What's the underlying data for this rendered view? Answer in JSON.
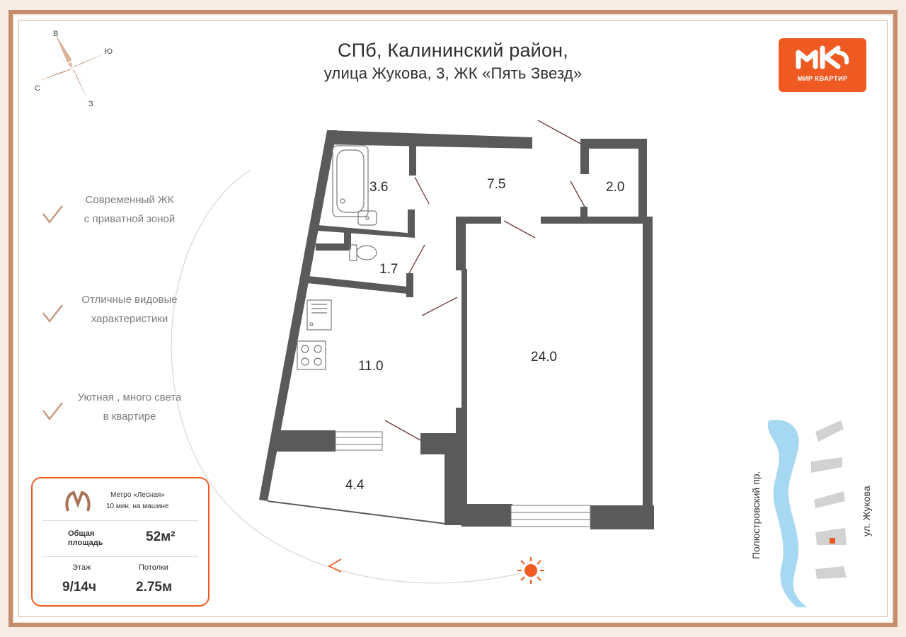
{
  "header": {
    "line1": "СПб, Калининский район,",
    "line2": "улица Жукова, 3, ЖК «Пять Звезд»"
  },
  "logo": {
    "caption": "МИР КВАРТИР",
    "color": "#ef5a23"
  },
  "compass": {
    "n": "В",
    "e": "Ю",
    "w": "С",
    "s": "З"
  },
  "features": [
    {
      "line1": "Современный ЖК",
      "line2": "с приватной зоной"
    },
    {
      "line1": "Отличные видовые",
      "line2": "характеристики"
    },
    {
      "line1": "Уютная , много света",
      "line2": "в квартире"
    }
  ],
  "info": {
    "metro_name": "Метро «Лесная»",
    "metro_time": "10 мин. на машине",
    "area_label_1": "Общая",
    "area_label_2": "площадь",
    "area_value": "52м²",
    "floor_label": "Этаж",
    "floor_value": "9/14ч",
    "ceiling_label": "Потолки",
    "ceiling_value": "2.75м"
  },
  "rooms": {
    "bath": "3.6",
    "hall": "7.5",
    "closet": "2.0",
    "wc": "1.7",
    "kitchen": "11.0",
    "living": "24.0",
    "balcony": "4.4"
  },
  "map": {
    "street_left": "Полюстровский пр.",
    "street_right": "ул. Жукова"
  },
  "colors": {
    "accent": "#ef5a23",
    "frame": "#c48e6e",
    "wall": "#5a5a5a"
  }
}
